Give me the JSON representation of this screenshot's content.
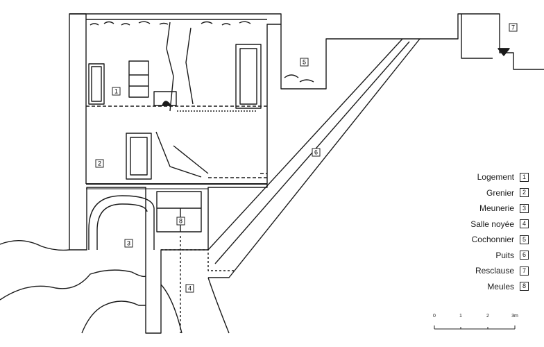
{
  "room_numbers": [
    "1",
    "2",
    "3",
    "4",
    "5",
    "6",
    "7",
    "8"
  ],
  "legend": [
    {
      "label": "Logement",
      "num": "1"
    },
    {
      "label": "Grenier",
      "num": "2"
    },
    {
      "label": "Meunerie",
      "num": "3"
    },
    {
      "label": "Salle noyée",
      "num": "4"
    },
    {
      "label": "Cochonnier",
      "num": "5"
    },
    {
      "label": "Puits",
      "num": "6"
    },
    {
      "label": "Resclause",
      "num": "7"
    },
    {
      "label": "Meules",
      "num": "8"
    }
  ],
  "scale": {
    "ticks": [
      "0",
      "1",
      "2",
      "3m"
    ]
  }
}
